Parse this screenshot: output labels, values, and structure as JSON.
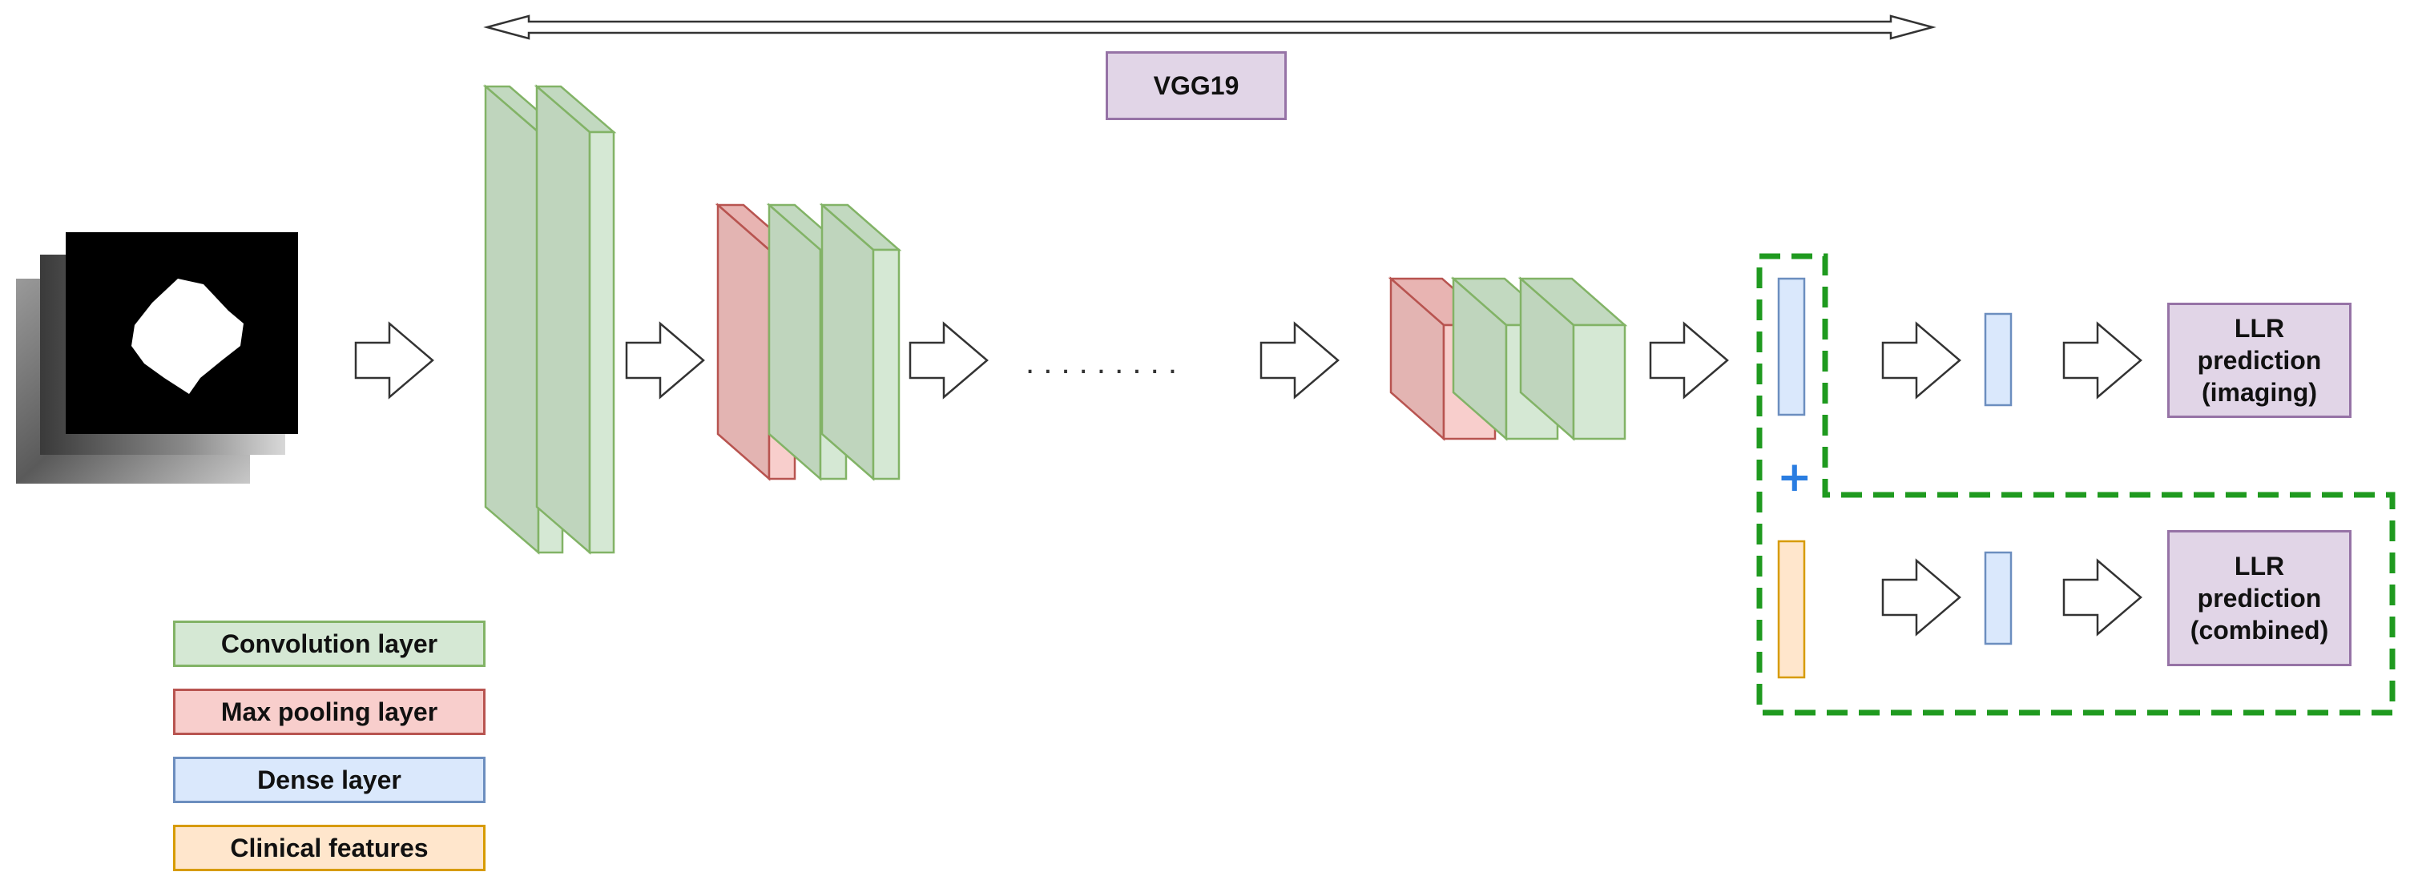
{
  "top_label": "VGG19",
  "legend": {
    "convolution": "Convolution layer",
    "max_pooling": "Max pooling layer",
    "dense": "Dense layer",
    "clinical": "Clinical features"
  },
  "outputs": {
    "imaging": {
      "line1": "LLR",
      "line2": "prediction",
      "line3": "(imaging)"
    },
    "combined": {
      "line1": "LLR",
      "line2": "prediction",
      "line3": "(combined)"
    }
  },
  "plus_sign": "+",
  "ellipsis": ". . . . . . . . .",
  "colors": {
    "conv_fill": "#d5e8d4",
    "conv_stroke": "#82b366",
    "pool_fill": "#f8cecc",
    "pool_stroke": "#b85450",
    "dense_fill": "#dae8fc",
    "dense_stroke": "#6c8ebf",
    "clinical_fill": "#ffe6cc",
    "clinical_stroke": "#d79b00",
    "output_fill": "#e1d5e7",
    "output_stroke": "#9673a6",
    "group_dash": "#1f9a1f"
  }
}
